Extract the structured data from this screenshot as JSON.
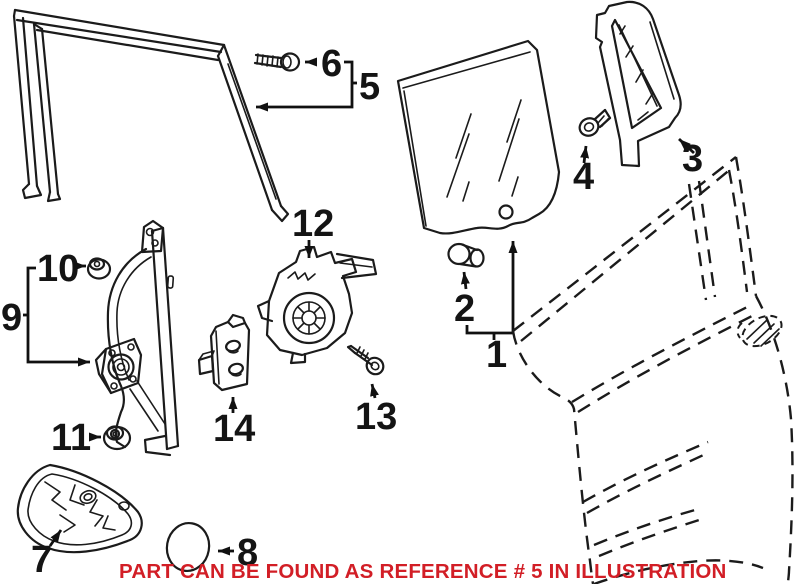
{
  "note": {
    "text": "PART CAN BE FOUND AS REFERENCE # 5 IN ILLUSTRATION",
    "color": "#d21e26"
  },
  "colors": {
    "line": "#1b1b1b",
    "background": "#ffffff"
  },
  "callouts": {
    "c1": {
      "label": "1",
      "part": "rear-door-glass"
    },
    "c2": {
      "label": "2",
      "part": "glass-spacer"
    },
    "c3": {
      "label": "3",
      "part": "quarter-glass-assembly"
    },
    "c4": {
      "label": "4",
      "part": "quarter-glass-bolt"
    },
    "c5": {
      "label": "5",
      "part": "glass-run-channel"
    },
    "c6": {
      "label": "6",
      "part": "run-channel-bolt"
    },
    "c7": {
      "label": "7",
      "part": "corner-gasket"
    },
    "c8": {
      "label": "8",
      "part": "plug"
    },
    "c9": {
      "label": "9",
      "part": "window-regulator"
    },
    "c10": {
      "label": "10",
      "part": "regulator-nut-upper"
    },
    "c11": {
      "label": "11",
      "part": "regulator-nut-lower"
    },
    "c12": {
      "label": "12",
      "part": "window-motor"
    },
    "c13": {
      "label": "13",
      "part": "motor-screw"
    },
    "c14": {
      "label": "14",
      "part": "control-module"
    }
  }
}
